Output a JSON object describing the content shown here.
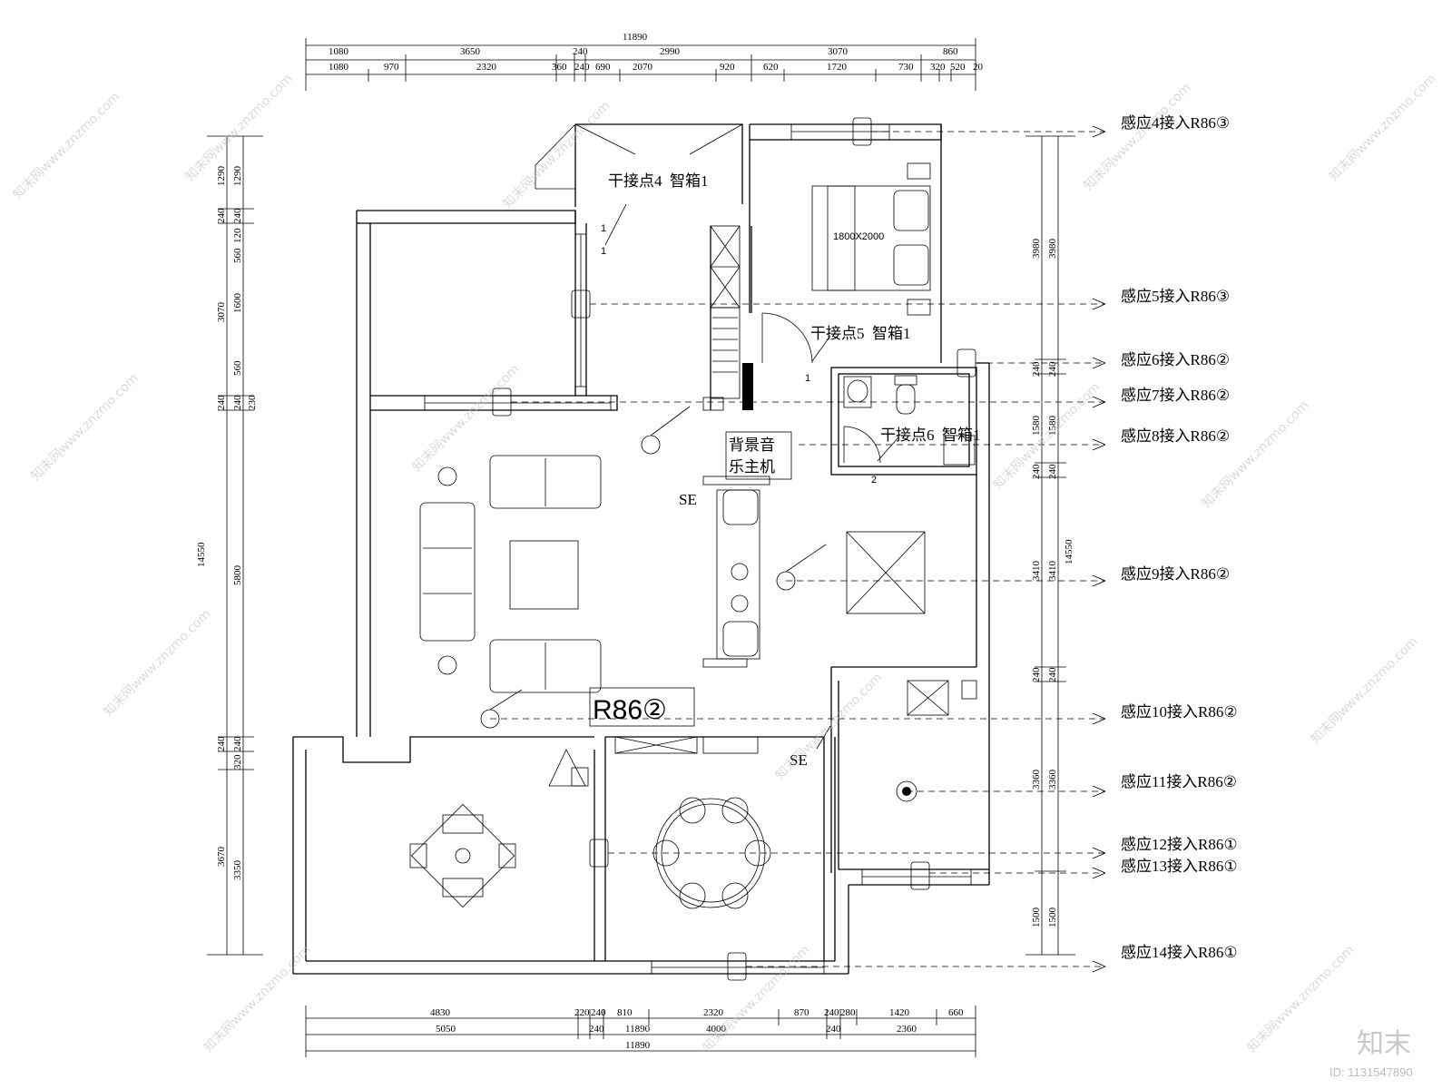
{
  "dimensions": {
    "top_total": "11890",
    "top_row1": [
      "1080",
      "3650",
      "240",
      "2990",
      "3070",
      "860"
    ],
    "top_row2": [
      "1080",
      "970",
      "2320",
      "360",
      "240",
      "690",
      "2070",
      "920",
      "620",
      "1720",
      "730",
      "320",
      "520",
      "20"
    ],
    "bottom_row1": [
      "4830",
      "220",
      "240",
      "810",
      "2320",
      "870",
      "240",
      "280",
      "1420",
      "660"
    ],
    "bottom_row2": [
      "5050",
      "240",
      "11890",
      "4000",
      "240",
      "2360"
    ],
    "bottom_total": "11890",
    "left_outer": [
      "1290",
      "240",
      "3070",
      "240",
      "14550",
      "240",
      "3670"
    ],
    "left_inner": [
      "1290",
      "240",
      "560",
      "120",
      "1600",
      "560",
      "240",
      "230",
      "5800",
      "240",
      "320",
      "3350"
    ],
    "right_inner": [
      "3980",
      "240",
      "1580",
      "240",
      "3410",
      "240",
      "3360",
      "1500"
    ],
    "right_outer": [
      "3980",
      "240",
      "1580",
      "240",
      "14550",
      "3410",
      "240",
      "3360",
      "1500"
    ]
  },
  "sensor_labels": [
    "感应4接入R86③",
    "感应5接入R86③",
    "感应6接入R86②",
    "感应7接入R86②",
    "感应8接入R86②",
    "感应9接入R86②",
    "感应10接入R86②",
    "感应11接入R86②",
    "感应12接入R86①",
    "感应13接入R86①",
    "感应14接入R86①"
  ],
  "dry_contacts": {
    "dc4": "干接点4  智箱1",
    "dc5": "干接点5  智箱1",
    "dc6": "干接点6  智箱1"
  },
  "music_host": [
    "背景音",
    "乐主机"
  ],
  "bed_size": "1800X2000",
  "r86_label": "R86②",
  "se_label": "SE",
  "sw_nums": [
    "1",
    "1",
    "1",
    "2"
  ],
  "watermark": "知末网www.znzmo.com",
  "brand": {
    "logo": "知末",
    "id": "ID: 1131547890"
  }
}
